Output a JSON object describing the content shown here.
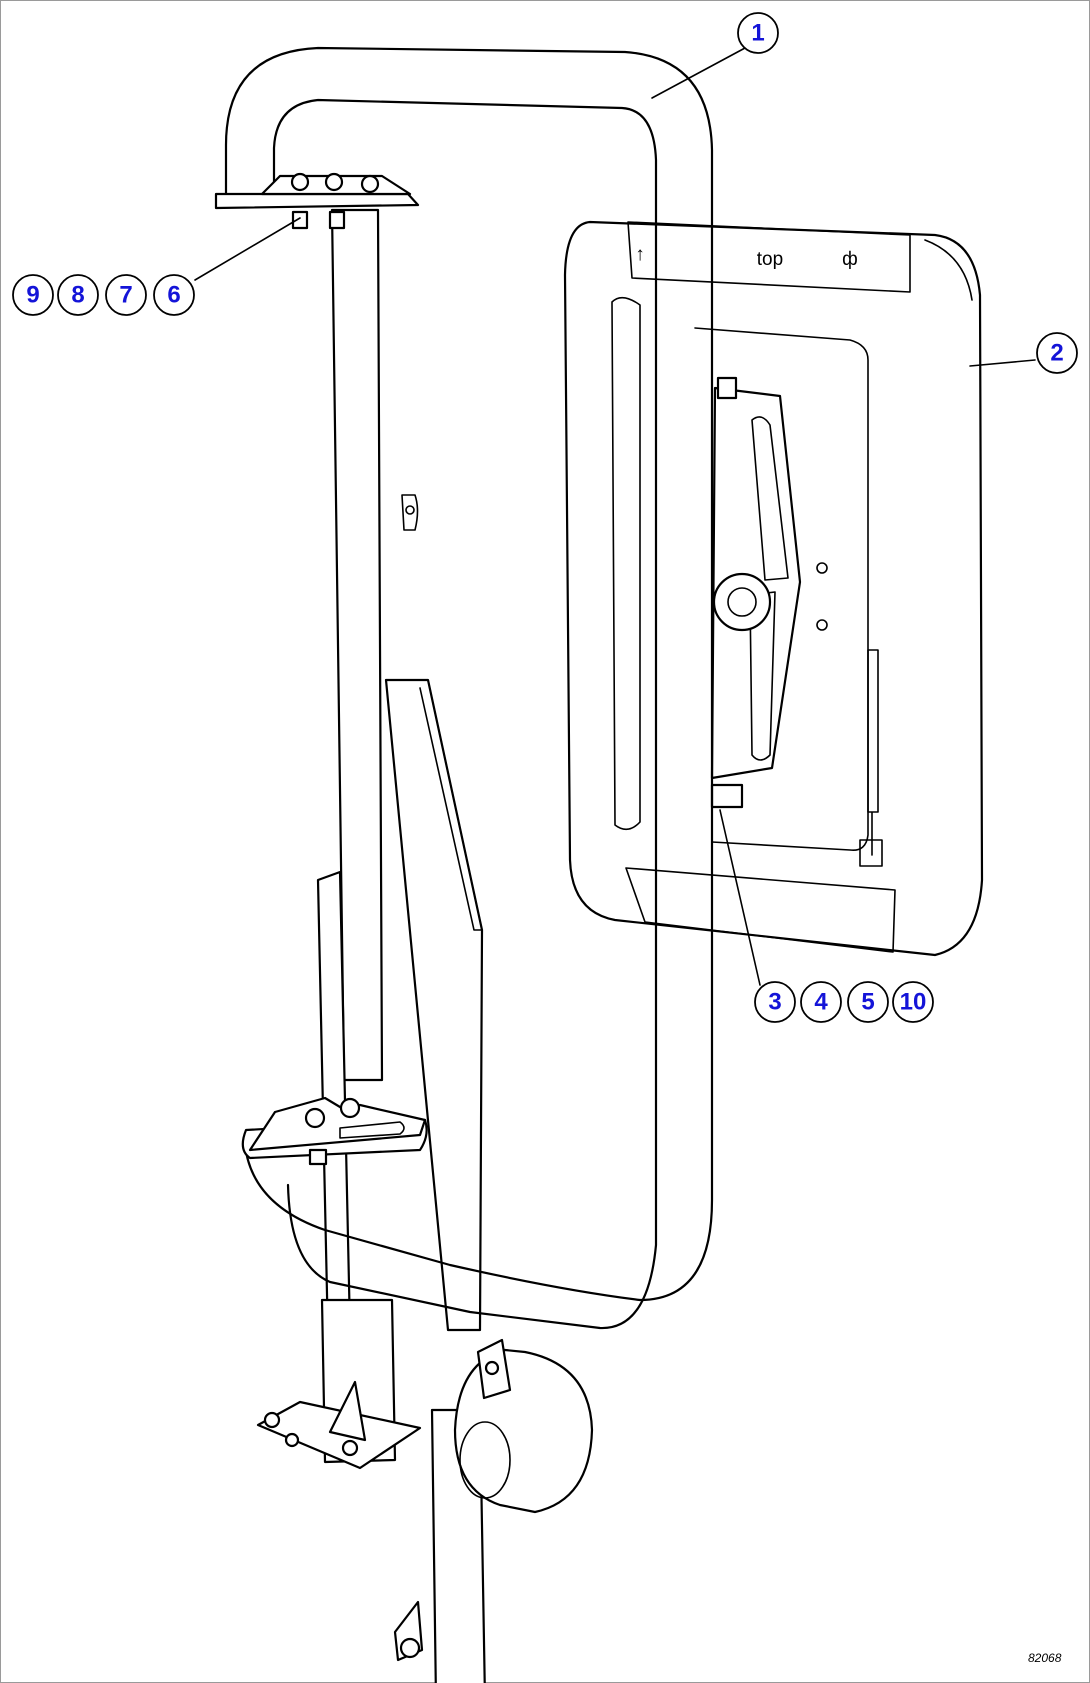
{
  "callouts": [
    {
      "id": "c1",
      "label": "1"
    },
    {
      "id": "c2",
      "label": "2"
    },
    {
      "id": "c9",
      "label": "9"
    },
    {
      "id": "c8",
      "label": "8"
    },
    {
      "id": "c7",
      "label": "7"
    },
    {
      "id": "c6",
      "label": "6"
    },
    {
      "id": "c3",
      "label": "3"
    },
    {
      "id": "c4",
      "label": "4"
    },
    {
      "id": "c5",
      "label": "5"
    },
    {
      "id": "c10",
      "label": "10"
    }
  ],
  "decal": {
    "arrow": "↑",
    "text": "top",
    "symbol": "ф"
  },
  "drawing_code": "82068",
  "colors": {
    "callout_text": "#1414d8",
    "line": "#000000",
    "frame": "#9a9a9a"
  }
}
